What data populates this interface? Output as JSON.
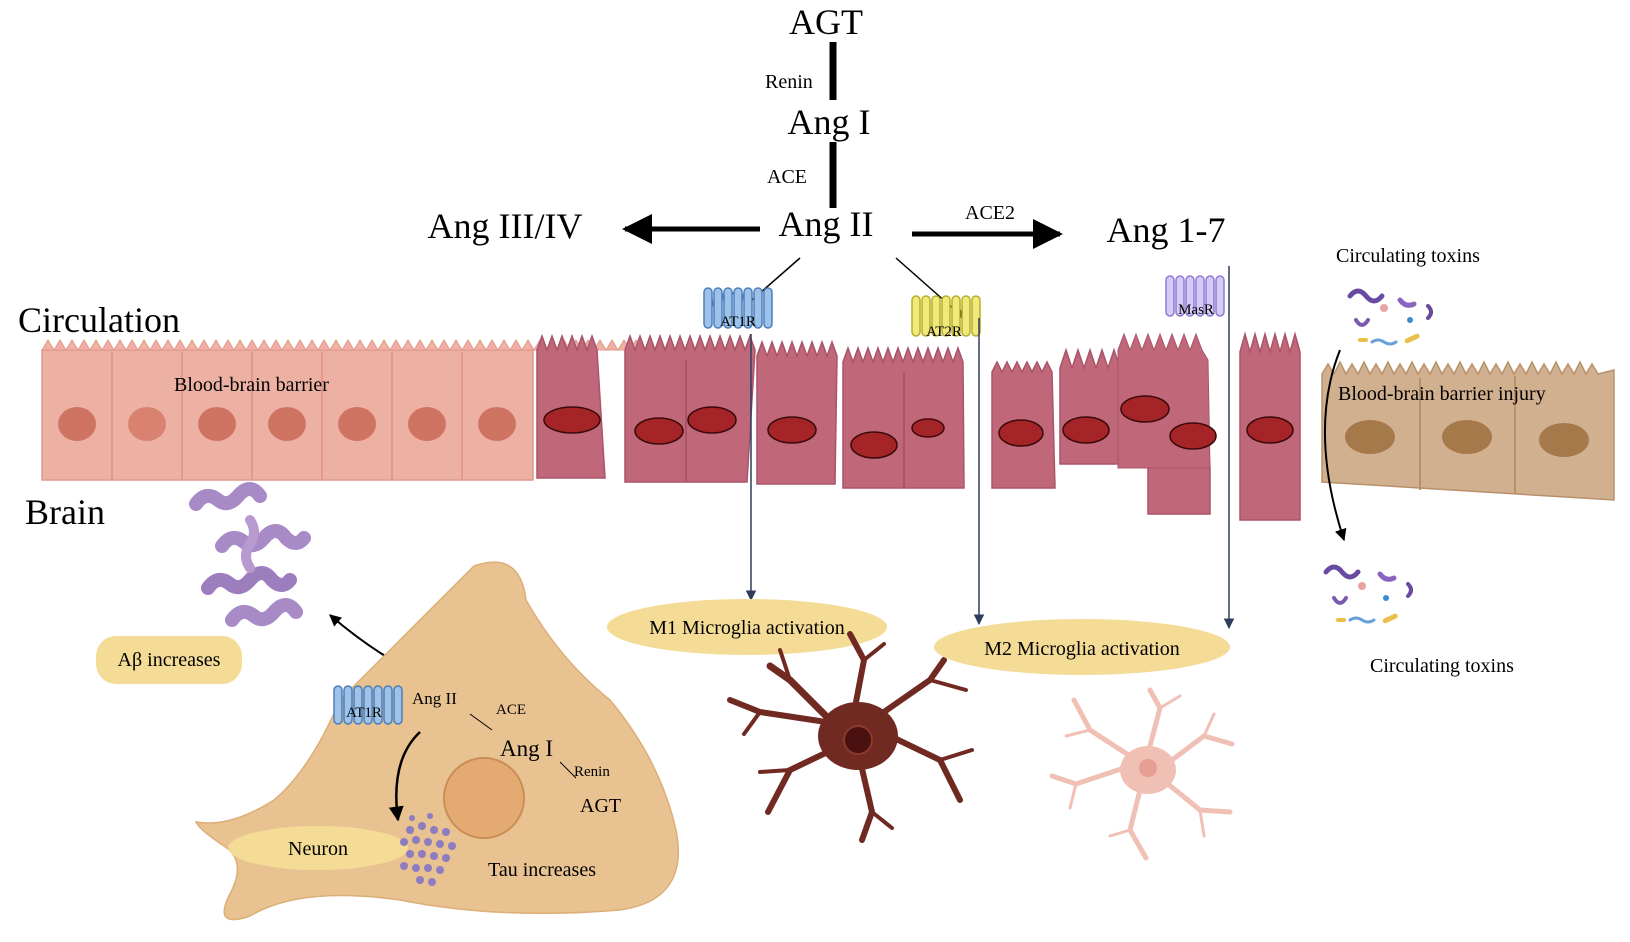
{
  "pathway": {
    "agt": "AGT",
    "renin": "Renin",
    "ang1": "Ang I",
    "ace": "ACE",
    "ang2": "Ang II",
    "ang3_4": "Ang III/IV",
    "ace2": "ACE2",
    "ang1_7": "Ang 1-7"
  },
  "regions": {
    "circulation": "Circulation",
    "brain": "Brain"
  },
  "receptors": {
    "at1r": "AT1R",
    "at2r": "AT2R",
    "masr": "MasR"
  },
  "barrier": {
    "label": "Blood-brain barrier",
    "injury_label": "Blood-brain barrier injury"
  },
  "toxins": {
    "top_label": "Circulating toxins",
    "bottom_label": "Circulating toxins"
  },
  "microglia": {
    "m1_label": "M1 Microglia activation",
    "m2_label": "M2 Microglia activation"
  },
  "neuron": {
    "label": "Neuron",
    "at1r": "AT1R",
    "ang2": "Ang II",
    "ace": "ACE",
    "ang1": "Ang I",
    "renin": "Renin",
    "agt": "AGT",
    "tau": "Tau increases",
    "abeta": "Aβ increases"
  },
  "colors": {
    "healthy_cell": "#edb1a4",
    "healthy_nucleus": "#cf7462",
    "activated_cell": "#c0677a",
    "activated_nucleus": "#a52428",
    "injured_cell": "#d1b08f",
    "injured_nucleus": "#a5794a",
    "label_pill": "#f4dc97",
    "neuron_body": "#e9c291",
    "m1_microglia": "#702a22",
    "m2_microglia": "#f1c0b4",
    "at1r": "#6f9fd3",
    "at2r": "#e4dd5a",
    "masr": "#b2a0e6",
    "amyloid": "#a88bc6",
    "tau_dots": "#8e7cc0"
  }
}
